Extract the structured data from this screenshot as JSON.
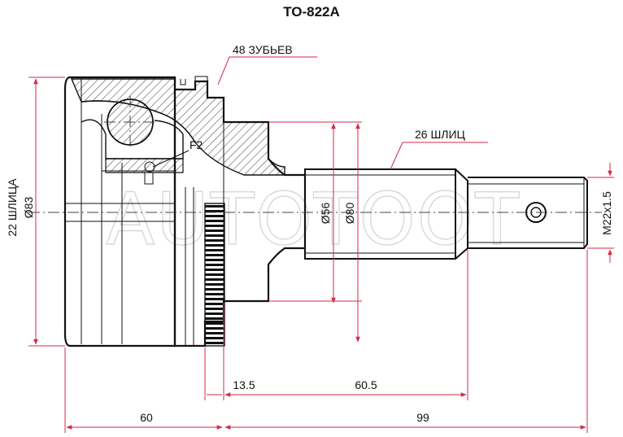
{
  "title": "TO-822A",
  "watermark": "AUTOTOOT",
  "callouts": {
    "teeth": "48 ЗУБЬЕВ",
    "outer_splines": "26 ШЛИЦ",
    "inner_splines": "22 ШЛИЦА",
    "ref": "F2"
  },
  "dimensions": {
    "outer_diameter": "Ø83",
    "neck_diameter": "Ø80",
    "shaft_diameter": "Ø56",
    "thread": "M22x1.5",
    "flange_width": "13.5",
    "shaft_length": "60.5",
    "body_length": "60",
    "total_length": "99"
  },
  "colors": {
    "line": "#111111",
    "dimension": "#d42a4a",
    "watermark": "#d8d8d8"
  }
}
